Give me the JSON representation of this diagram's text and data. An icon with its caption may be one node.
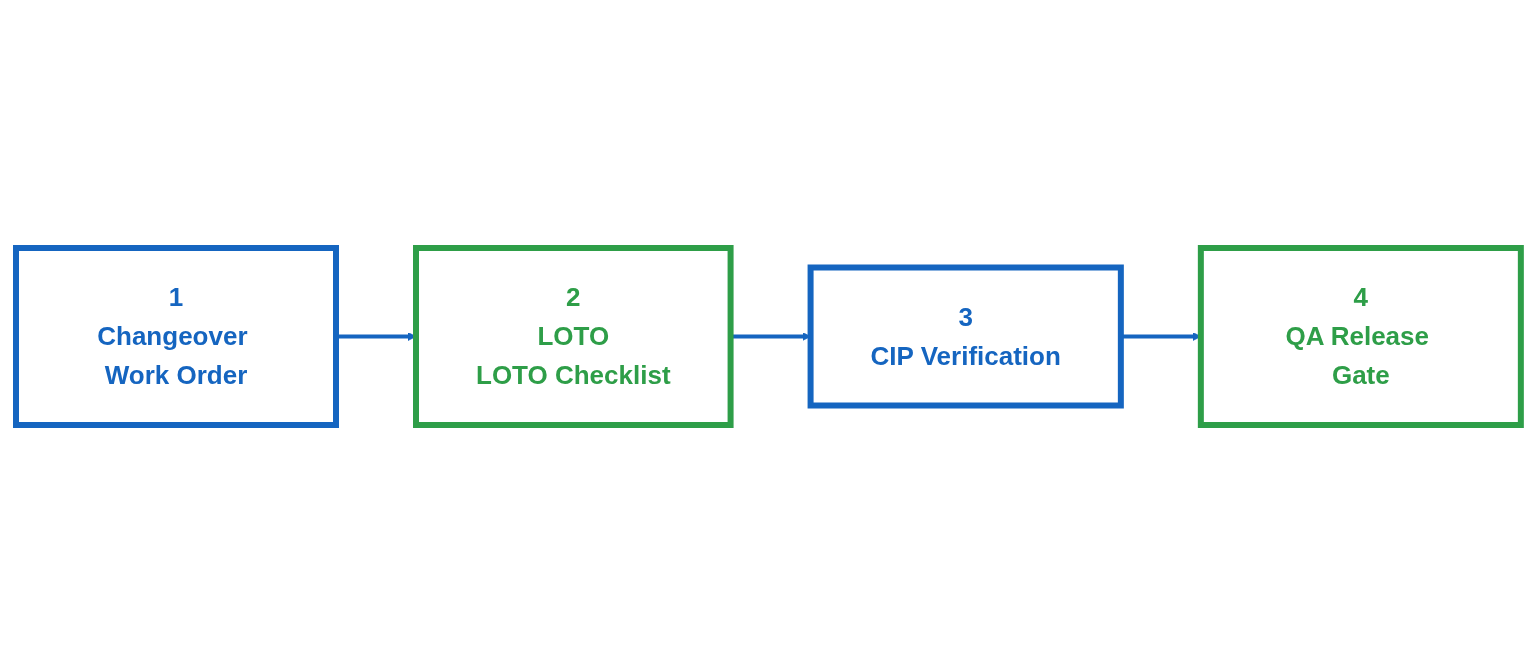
{
  "diagram": {
    "nodes": [
      {
        "text": [
          "1",
          "Changeover Work Order"
        ]
      },
      {
        "text": [
          "2",
          "LOTO",
          "LOTO Checklist"
        ]
      },
      {
        "text": [
          "3",
          "CIP Verification"
        ]
      },
      {
        "text": [
          "4",
          "QA Release Gate"
        ]
      }
    ],
    "edges": [
      {
        "from": 0,
        "to": 1,
        "arrow": "to"
      },
      {
        "from": 1,
        "to": 2,
        "arrow": "to"
      },
      {
        "from": 2,
        "to": 3,
        "arrow": "to"
      }
    ]
  }
}
